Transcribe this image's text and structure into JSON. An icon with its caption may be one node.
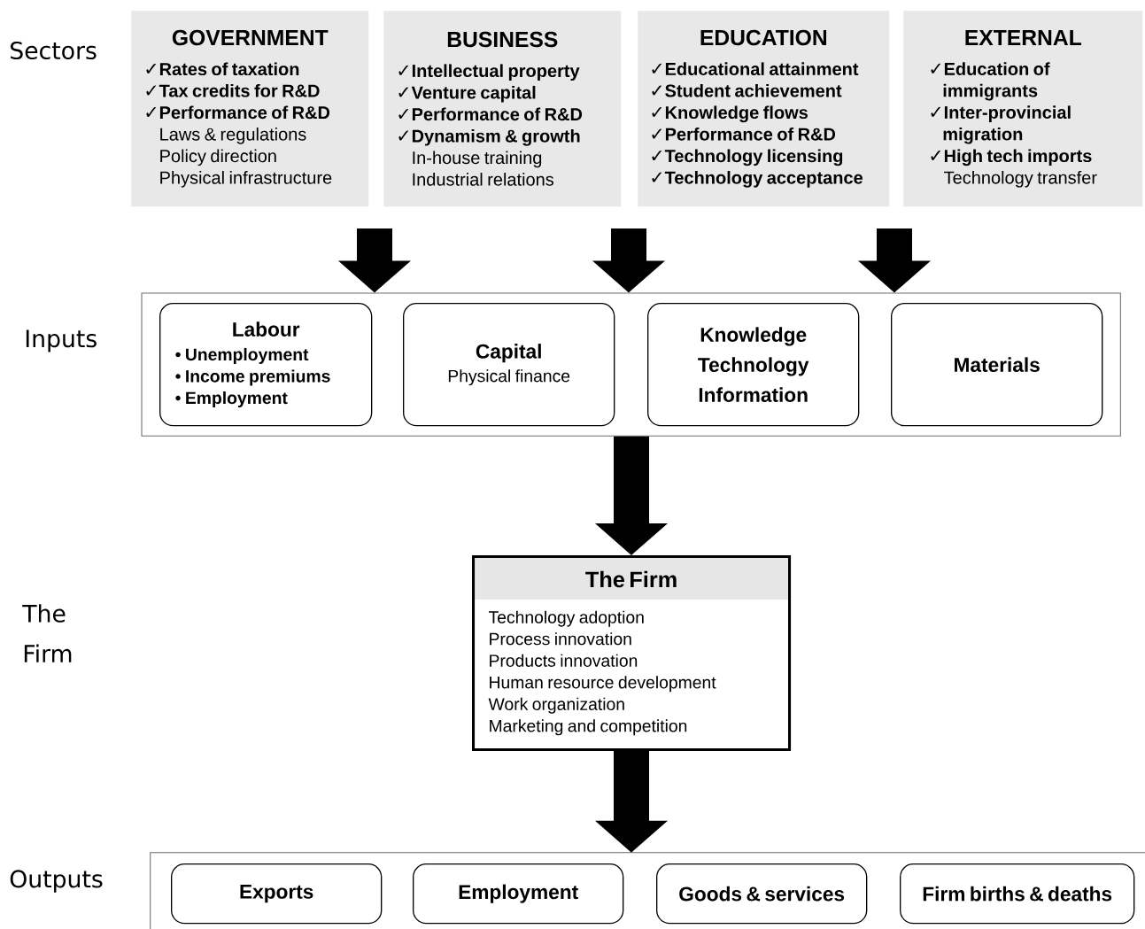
{
  "diagram": {
    "nodes": [
      {
        "text": [
          "GOVERNMENT",
          "✓Rates of taxation",
          "✓Tax credits for R&D",
          "✓Performance of R&D",
          "Laws & regulations",
          "Policy direction",
          "Physical infrastructure"
        ]
      },
      {
        "text": [
          "BUSINESS",
          "✓Intellectual property",
          "✓Venture capital",
          "✓Performance of R&D",
          "✓Dynamism & growth",
          "In-house training",
          "Industrial relations"
        ]
      },
      {
        "text": [
          "EDUCATION",
          "✓Educational attainment",
          "✓Student achievement",
          "✓Knowledge flows",
          "✓Performance of R&D",
          "✓Technology licensing",
          "✓Technology acceptance"
        ]
      },
      {
        "text": [
          "EXTERNAL",
          "✓Education of immigrants",
          "✓Inter-provincial migration",
          "✓High tech imports",
          "Technology transfer"
        ]
      },
      {
        "text": [],
        "shape": "box"
      },
      {
        "text": [
          "Labour",
          "• Unemployment",
          "• Income premiums",
          "• Employment"
        ],
        "in": 4
      },
      {
        "text": [
          "Capital",
          "Physical finance"
        ],
        "in": 4
      },
      {
        "text": [
          "Knowledge Technology Information"
        ],
        "in": 4
      },
      {
        "text": [
          "Materials"
        ],
        "in": 4
      },
      {
        "text": [
          "The Firm",
          "Technology adoption",
          "Process innovation",
          "Products innovation",
          "Human resource development",
          "Work organization",
          "Marketing and competition"
        ]
      },
      {
        "text": [],
        "shape": "box"
      },
      {
        "text": [
          "Exports"
        ],
        "in": 10
      },
      {
        "text": [
          "Employment"
        ],
        "in": 10
      },
      {
        "text": [
          "Goods & services"
        ],
        "in": 10
      },
      {
        "text": [
          "Firm births & deaths"
        ],
        "in": 10
      }
    ],
    "edges": [
      {
        "from": null,
        "to": 4,
        "arrow": "to"
      },
      {
        "from": null,
        "to": 4,
        "arrow": "to"
      },
      {
        "from": null,
        "to": 4,
        "arrow": "to"
      },
      {
        "from": 4,
        "to": 9,
        "arrow": "to"
      },
      {
        "from": 9,
        "to": 10,
        "arrow": "to"
      }
    ],
    "labels": [
      "Sectors",
      "Inputs",
      "The Firm",
      "Outputs"
    ]
  }
}
